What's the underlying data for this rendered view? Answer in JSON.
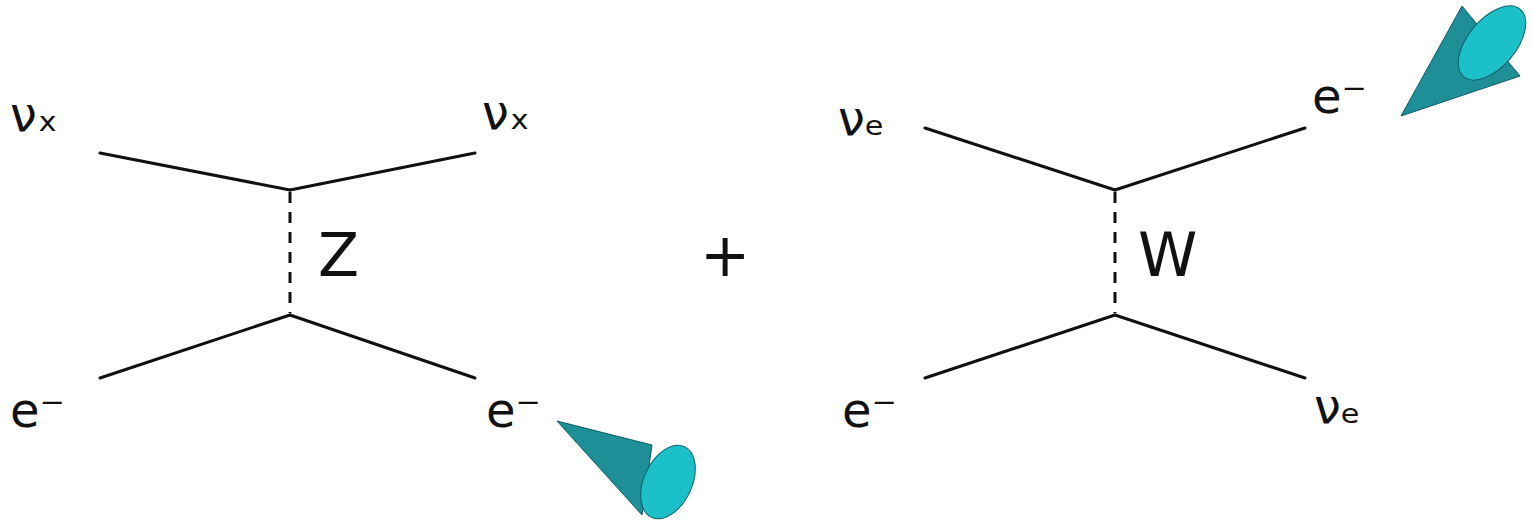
{
  "diagram": {
    "labels": [
      "νₓ",
      "νₓ",
      "Z",
      "e⁻",
      "e⁻",
      "+",
      "νₑ",
      "e⁻",
      "W",
      "e⁻",
      "νₑ"
    ]
  }
}
